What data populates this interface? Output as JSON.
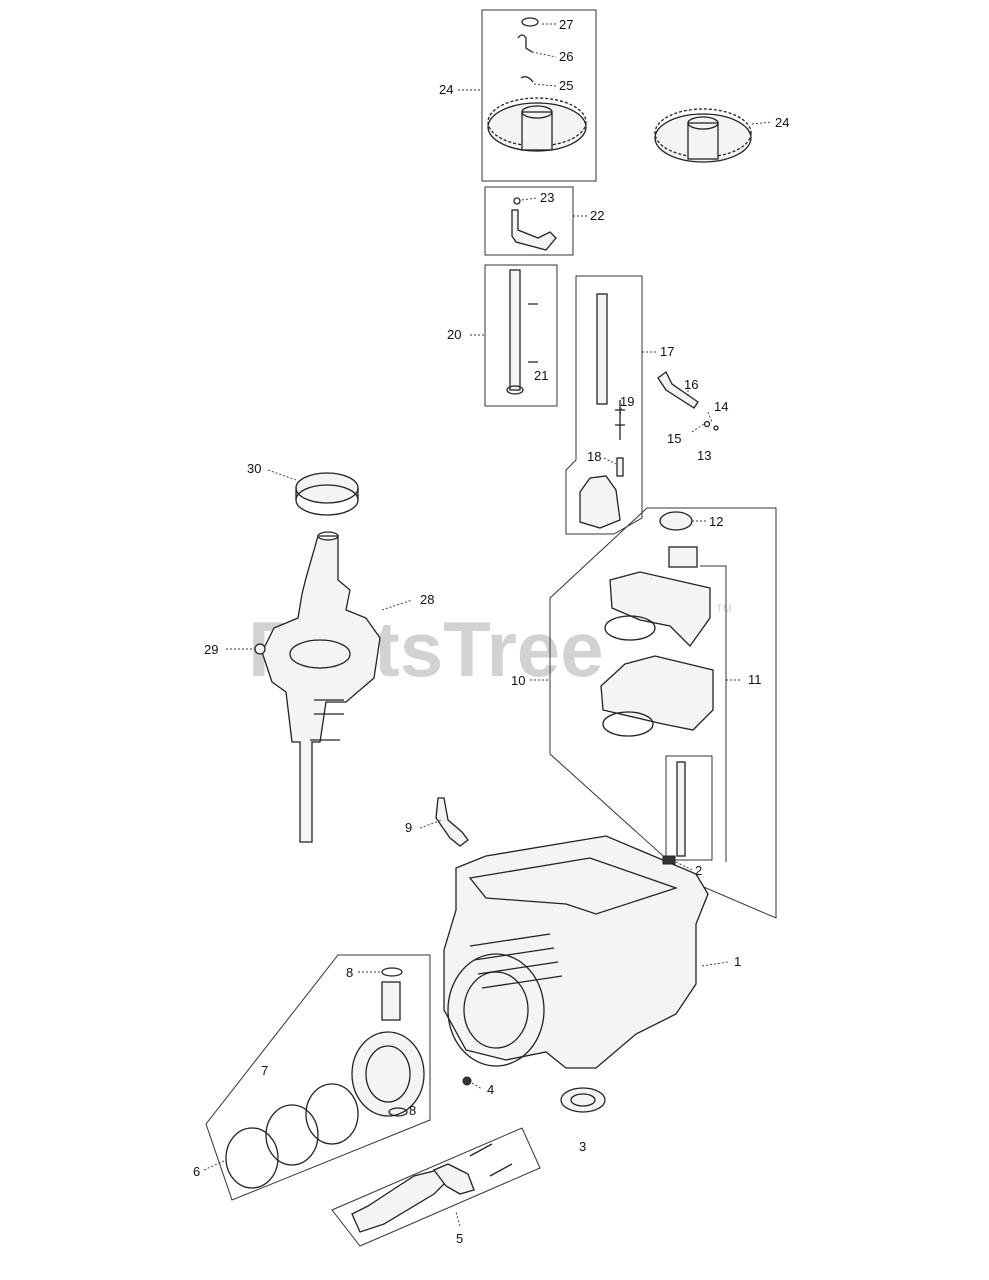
{
  "watermark": {
    "text": "PartsTree",
    "tm": "TM"
  },
  "callouts": {
    "c1": "1",
    "c2": "2",
    "c3": "3",
    "c4": "4",
    "c5": "5",
    "c6": "6",
    "c7": "7",
    "c8a": "8",
    "c8b": "8",
    "c9": "9",
    "c10": "10",
    "c11": "11",
    "c12": "12",
    "c13": "13",
    "c14": "14",
    "c15": "15",
    "c16": "16",
    "c17": "17",
    "c18": "18",
    "c19": "19",
    "c20": "20",
    "c21": "21",
    "c22": "22",
    "c23": "23",
    "c24a": "24",
    "c24b": "24",
    "c25": "25",
    "c26": "26",
    "c27": "27",
    "c28": "28",
    "c29": "29",
    "c30": "30"
  }
}
